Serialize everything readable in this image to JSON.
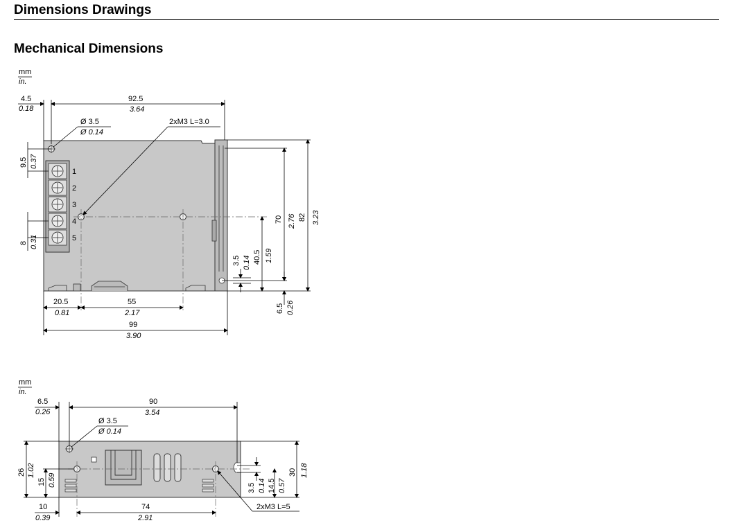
{
  "header": {
    "title": "Dimensions Drawings",
    "subtitle": "Mechanical Dimensions"
  },
  "units": {
    "top": "mm",
    "bottom": "in."
  },
  "front_view": {
    "width_total": {
      "mm": "99",
      "in": "3.90"
    },
    "width_inner": {
      "mm": "92.5",
      "in": "3.64"
    },
    "left_offset": {
      "mm": "4.5",
      "in": "0.18"
    },
    "hole_dia": {
      "mm": "Ø 3.5",
      "in": "Ø 0.14"
    },
    "screw_note": "2xM3  L=3.0",
    "top_hole_offset": {
      "mm": "9.5",
      "in": "0.37"
    },
    "terminal_pitch": {
      "mm": "8",
      "in": "0.31"
    },
    "hole_x_offset": {
      "mm": "20.5",
      "in": "0.81"
    },
    "hole_spacing": {
      "mm": "55",
      "in": "2.17"
    },
    "height_total": {
      "mm": "82",
      "in": "3.23"
    },
    "height_inner": {
      "mm": "70",
      "in": "2.76"
    },
    "hole_height": {
      "mm": "40.5",
      "in": "1.59"
    },
    "slot_dia": {
      "mm": "3.5",
      "in": "0.14"
    },
    "bottom_offset": {
      "mm": "6.5",
      "in": "0.26"
    },
    "terminals": [
      "1",
      "2",
      "3",
      "4",
      "5"
    ]
  },
  "side_view": {
    "left_offset": {
      "mm": "6.5",
      "in": "0.26"
    },
    "width": {
      "mm": "90",
      "in": "3.54"
    },
    "hole_dia": {
      "mm": "Ø 3.5",
      "in": "Ø 0.14"
    },
    "height_left": {
      "mm": "26",
      "in": "1.02"
    },
    "hole_height_left": {
      "mm": "15",
      "in": "0.59"
    },
    "hole_x_offset": {
      "mm": "10",
      "in": "0.39"
    },
    "hole_spacing": {
      "mm": "74",
      "in": "2.91"
    },
    "screw_note": "2xM3 L=5",
    "slot_dia": {
      "mm": "3.5",
      "in": "0.14"
    },
    "hole_height_right": {
      "mm": "14.5",
      "in": "0.57"
    },
    "height_right": {
      "mm": "30",
      "in": "1.18"
    }
  }
}
